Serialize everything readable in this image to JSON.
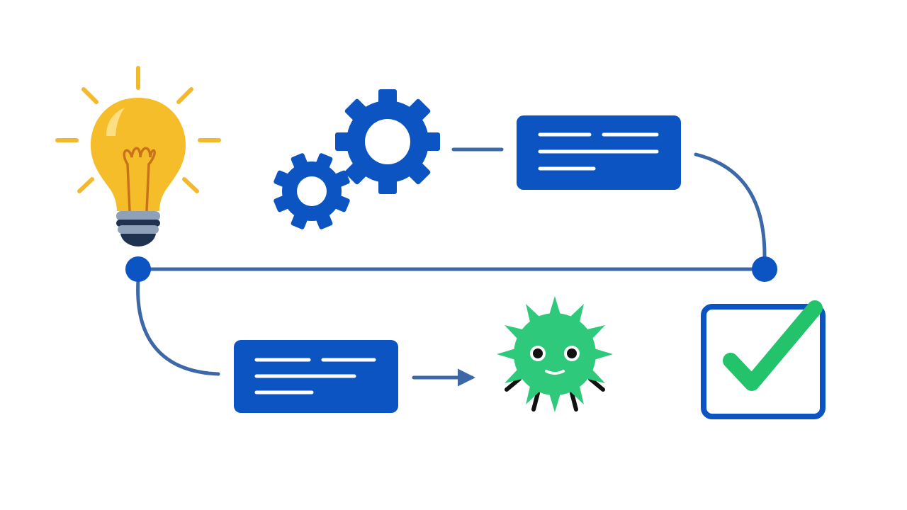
{
  "colors": {
    "background": "#ffffff",
    "primary_blue": "#0b54c2",
    "connector_blue": "#3d68a8",
    "bulb_yellow": "#f6bd2b",
    "bulb_highlight": "#fde28a",
    "filament_orange": "#c8731c",
    "bulb_base_gray": "#8fa1b8",
    "bulb_base_dark": "#1f3350",
    "ray_yellow": "#f2b92d",
    "bug_green": "#2ec97a",
    "bug_leg_black": "#111111",
    "check_green": "#22c36b",
    "text_line_white": "#ffffff"
  },
  "icons": {
    "idea": "lightbulb-icon",
    "process": "gears-icon",
    "bug": "bug-icon",
    "done": "checkbox-checked-icon"
  },
  "nodes": [
    {
      "id": "idea",
      "kind": "icon"
    },
    {
      "id": "process",
      "kind": "icon"
    },
    {
      "id": "card-top",
      "kind": "text-card",
      "lines": 3
    },
    {
      "id": "card-bottom",
      "kind": "text-card",
      "lines": 3
    },
    {
      "id": "bug",
      "kind": "icon"
    },
    {
      "id": "done",
      "kind": "icon"
    }
  ],
  "edges": [
    {
      "from": "process",
      "to": "card-top",
      "style": "line"
    },
    {
      "from": "card-top",
      "to": "junction-right",
      "style": "curve"
    },
    {
      "from": "junction-left",
      "to": "junction-right",
      "style": "line"
    },
    {
      "from": "junction-left",
      "to": "card-bottom",
      "style": "curve"
    },
    {
      "from": "card-bottom",
      "to": "bug",
      "style": "arrow"
    }
  ]
}
